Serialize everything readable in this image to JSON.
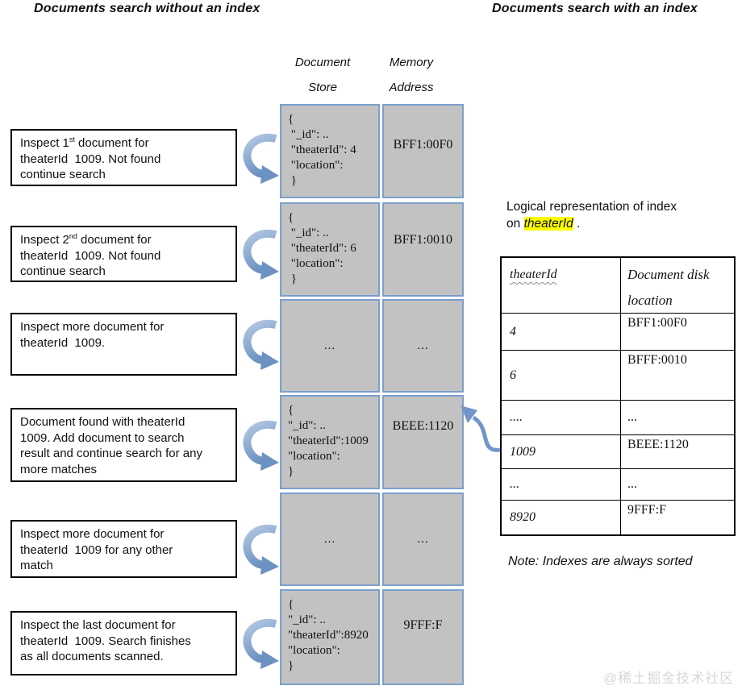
{
  "titles": {
    "left": "Documents search without an index",
    "right": "Documents search with an index"
  },
  "store_headers": {
    "col1_line1": "Document",
    "col1_line2": "Store",
    "col2_line1": "Memory",
    "col2_line2": "Address"
  },
  "store_rows": [
    {
      "type": "doc",
      "doc_lines": [
        "{",
        " \"_id\": ..",
        " \"theaterId\": 4",
        " \"location\":",
        " }"
      ],
      "address": "BFF1:00F0"
    },
    {
      "type": "doc",
      "doc_lines": [
        "{",
        " \"_id\": ..",
        " \"theaterId\": 6",
        " \"location\":",
        " }"
      ],
      "address": "BFF1:0010"
    },
    {
      "type": "dots",
      "doc": "...",
      "address": "..."
    },
    {
      "type": "doc",
      "doc_lines": [
        "{",
        "\"_id\": ..",
        "\"theaterId\":1009",
        "\"location\":",
        "}"
      ],
      "address": "BEEE:1120"
    },
    {
      "type": "dots",
      "doc": "...",
      "address": "..."
    },
    {
      "type": "doc",
      "doc_lines": [
        "{",
        "\"_id\": ..",
        "\"theaterId\":8920",
        "\"location\":",
        "}"
      ],
      "address": "9FFF:F"
    }
  ],
  "left_boxes": [
    {
      "lines": [
        [
          {
            "t": "Inspect 1"
          },
          {
            "t": "st",
            "sup": true
          },
          {
            "t": " document for"
          }
        ],
        [
          {
            "t": "theaterId  1009. Not found"
          }
        ],
        [
          {
            "t": "continue search"
          }
        ]
      ]
    },
    {
      "lines": [
        [
          {
            "t": "Inspect 2"
          },
          {
            "t": "nd",
            "sup": true
          },
          {
            "t": " document for"
          }
        ],
        [
          {
            "t": "theaterId  1009. Not found"
          }
        ],
        [
          {
            "t": "continue search"
          }
        ]
      ]
    },
    {
      "lines": [
        [
          {
            "t": "Inspect more document for"
          }
        ],
        [
          {
            "t": "theaterId  1009."
          }
        ]
      ]
    },
    {
      "lines": [
        [
          {
            "t": "Document found with theaterId"
          }
        ],
        [
          {
            "t": "1009. Add document to search"
          }
        ],
        [
          {
            "t": "result and continue search for any"
          }
        ],
        [
          {
            "t": "more matches"
          }
        ]
      ]
    },
    {
      "lines": [
        [
          {
            "t": "Inspect more document for"
          }
        ],
        [
          {
            "t": "theaterId  1009 for any other"
          }
        ],
        [
          {
            "t": "match"
          }
        ]
      ]
    },
    {
      "lines": [
        [
          {
            "t": "Inspect the last document for"
          }
        ],
        [
          {
            "t": "theaterId  1009. Search finishes"
          }
        ],
        [
          {
            "t": "as all documents scanned."
          }
        ]
      ]
    }
  ],
  "index_panel": {
    "caption_line1": "Logical representation of index",
    "caption_line2_prefix": "on ",
    "caption_highlight": "theaterId",
    "caption_suffix": " .",
    "table": {
      "header": {
        "col1": "theaterId",
        "col2": "Document disk location"
      },
      "rows": [
        {
          "key": "4",
          "loc": "BFF1:00F0"
        },
        {
          "key": "6",
          "loc": "BFFF:0010"
        },
        {
          "key": "....",
          "loc": "..."
        },
        {
          "key": "1009",
          "loc": "BEEE:1120"
        },
        {
          "key": "...",
          "loc": "..."
        },
        {
          "key": "8920",
          "loc": "9FFF:F"
        }
      ]
    },
    "note": "Note: Indexes are always sorted"
  },
  "icons": {
    "flow_arrow": "curved-arrow-icon",
    "index_pointer": "s-curve-arrow-icon"
  },
  "colors": {
    "cell_fill": "#c2c2c3",
    "cell_border": "#7b9fcc",
    "arrow_blue": "#6f94c4",
    "highlight_yellow": "#fdfd00"
  },
  "watermark": "@稀土掘金技术社区"
}
